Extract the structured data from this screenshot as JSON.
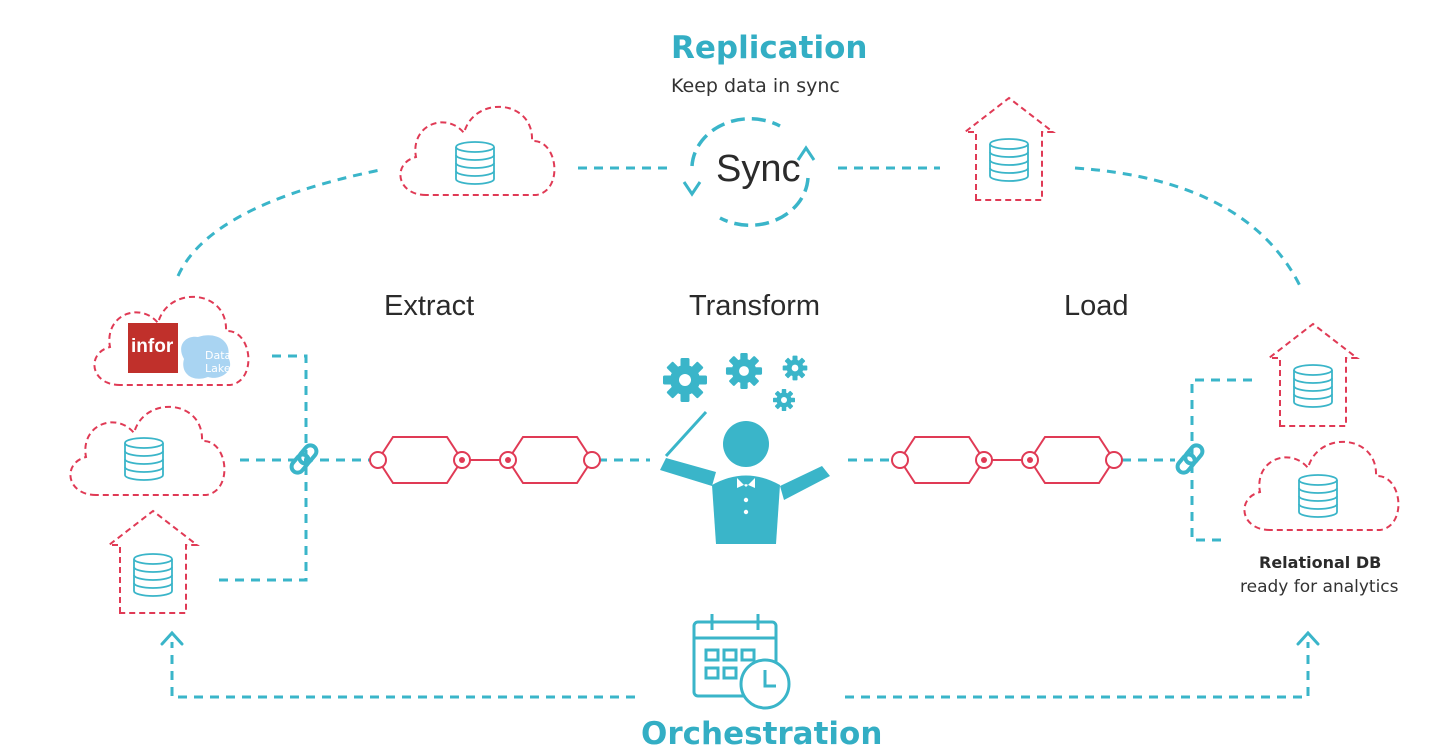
{
  "colors": {
    "teal": "#3ab5c9",
    "red": "#e03a55",
    "infor_red": "#c0302b",
    "data_lake_blue": "#a9d4f2",
    "text_dark": "#2b2b2b"
  },
  "replication": {
    "title": "Replication",
    "subtitle": "Keep data in sync",
    "sync_label": "Sync"
  },
  "stages": {
    "extract": "Extract",
    "transform": "Transform",
    "load": "Load"
  },
  "sources": {
    "infor_logo": "infor",
    "data_lake_line1": "Data",
    "data_lake_line2": "Lake"
  },
  "destination": {
    "title": "Relational DB",
    "subtitle": "ready for analytics"
  },
  "orchestration": {
    "title": "Orchestration"
  },
  "icons": {
    "database": "database-icon",
    "cloud": "cloud-icon",
    "house": "warehouse-icon",
    "link": "chain-link-icon",
    "gear": "gear-icon",
    "conductor": "conductor-icon",
    "calendar": "calendar-clock-icon",
    "sync": "sync-arrows-icon"
  }
}
